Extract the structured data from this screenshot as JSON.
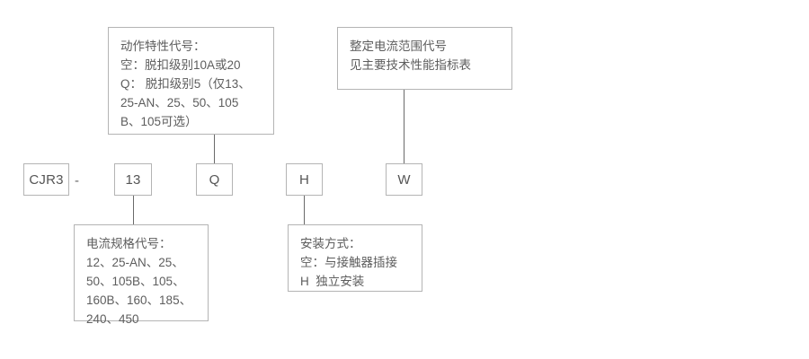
{
  "diagram": {
    "title": "CJR3 型号命名规则图",
    "border_color": "#b4b4b4",
    "line_color": "#6a6a6a",
    "text_color": "#5a5a5a"
  },
  "code_row": {
    "separator": "-",
    "items": [
      {
        "name": "series-code",
        "label": "CJR3"
      },
      {
        "name": "current-rating-code",
        "label": "13"
      },
      {
        "name": "action-characteristic-code",
        "label": "Q"
      },
      {
        "name": "mounting-type-code",
        "label": "H"
      },
      {
        "name": "current-range-code",
        "label": "W"
      }
    ]
  },
  "notes": {
    "action_characteristic": {
      "lines": [
        "动作特性代号：",
        "空：脱扣级别10A或20",
        "Q： 脱扣级别5（仅13、",
        "25-AN、25、50、105",
        "B、105可选）"
      ]
    },
    "current_range": {
      "lines": [
        "整定电流范围代号",
        "见主要技术性能指标表"
      ]
    },
    "current_rating": {
      "lines": [
        "电流规格代号：",
        "12、25-AN、25、",
        "50、105B、105、",
        "160B、160、185、",
        "240、450"
      ]
    },
    "mounting_type": {
      "lines": [
        "安装方式：",
        "空：与接触器插接",
        "H  独立安装"
      ]
    }
  }
}
